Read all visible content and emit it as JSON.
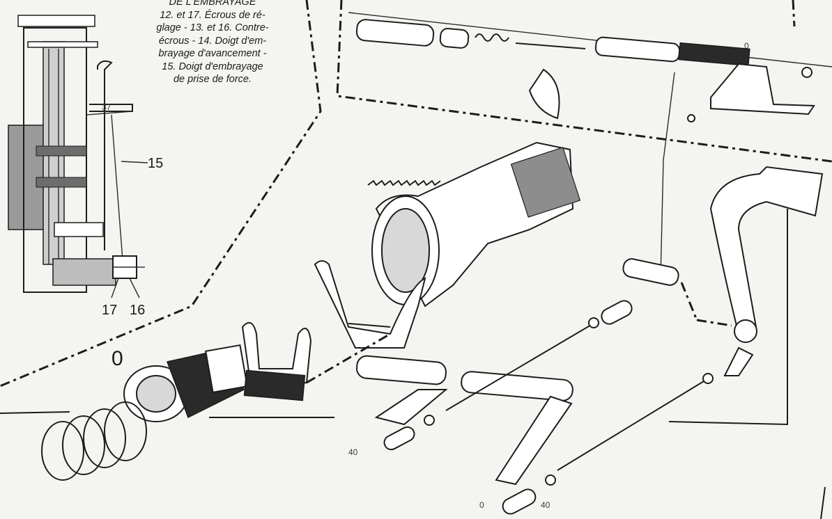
{
  "caption": {
    "lines": [
      "DE L'EMBRAYAGE",
      "12. et 17. Écrous de ré-",
      "glage - 13. et 16. Contre-",
      "écrous - 14. Doigt d'em-",
      "brayage d'avancement -",
      "15. Doigt d'embrayage",
      "de prise de force."
    ]
  },
  "callouts": {
    "label_15": "15",
    "label_17": "17",
    "label_16": "16",
    "label_37": "37",
    "label_0_large": "0",
    "label_0_top": "0",
    "label_0_bottom": "0",
    "label_40_left": "40",
    "label_40_bottom": "40"
  }
}
